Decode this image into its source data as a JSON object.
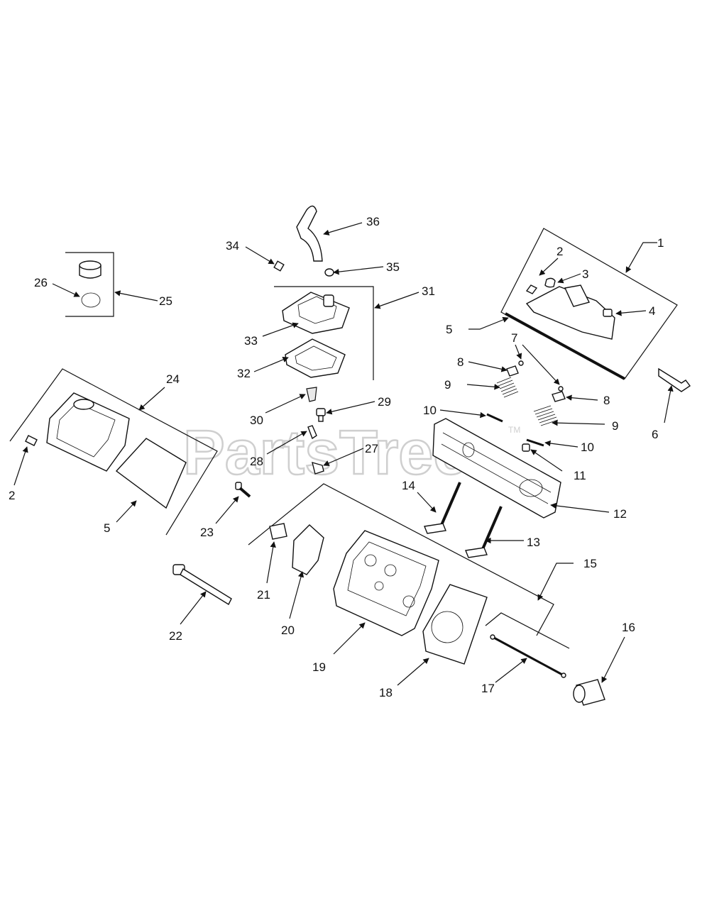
{
  "watermark": {
    "text": "PartsTree",
    "trademark": "TM"
  },
  "callouts": [
    {
      "id": "c1",
      "text": "1"
    },
    {
      "id": "c2a",
      "text": "2"
    },
    {
      "id": "c2b",
      "text": "2"
    },
    {
      "id": "c3",
      "text": "3"
    },
    {
      "id": "c4",
      "text": "4"
    },
    {
      "id": "c5a",
      "text": "5"
    },
    {
      "id": "c5b",
      "text": "5"
    },
    {
      "id": "c6",
      "text": "6"
    },
    {
      "id": "c7",
      "text": "7"
    },
    {
      "id": "c8a",
      "text": "8"
    },
    {
      "id": "c8b",
      "text": "8"
    },
    {
      "id": "c9a",
      "text": "9"
    },
    {
      "id": "c9b",
      "text": "9"
    },
    {
      "id": "c10a",
      "text": "10"
    },
    {
      "id": "c10b",
      "text": "10"
    },
    {
      "id": "c11",
      "text": "11"
    },
    {
      "id": "c12",
      "text": "12"
    },
    {
      "id": "c13",
      "text": "13"
    },
    {
      "id": "c14",
      "text": "14"
    },
    {
      "id": "c15",
      "text": "15"
    },
    {
      "id": "c16",
      "text": "16"
    },
    {
      "id": "c17",
      "text": "17"
    },
    {
      "id": "c18",
      "text": "18"
    },
    {
      "id": "c19",
      "text": "19"
    },
    {
      "id": "c20",
      "text": "20"
    },
    {
      "id": "c21",
      "text": "21"
    },
    {
      "id": "c22",
      "text": "22"
    },
    {
      "id": "c23",
      "text": "23"
    },
    {
      "id": "c24",
      "text": "24"
    },
    {
      "id": "c25",
      "text": "25"
    },
    {
      "id": "c26",
      "text": "26"
    },
    {
      "id": "c27",
      "text": "27"
    },
    {
      "id": "c28",
      "text": "28"
    },
    {
      "id": "c29",
      "text": "29"
    },
    {
      "id": "c30",
      "text": "30"
    },
    {
      "id": "c31",
      "text": "31"
    },
    {
      "id": "c32",
      "text": "32"
    },
    {
      "id": "c33",
      "text": "33"
    },
    {
      "id": "c34",
      "text": "34"
    },
    {
      "id": "c35",
      "text": "35"
    },
    {
      "id": "c36",
      "text": "36"
    }
  ]
}
